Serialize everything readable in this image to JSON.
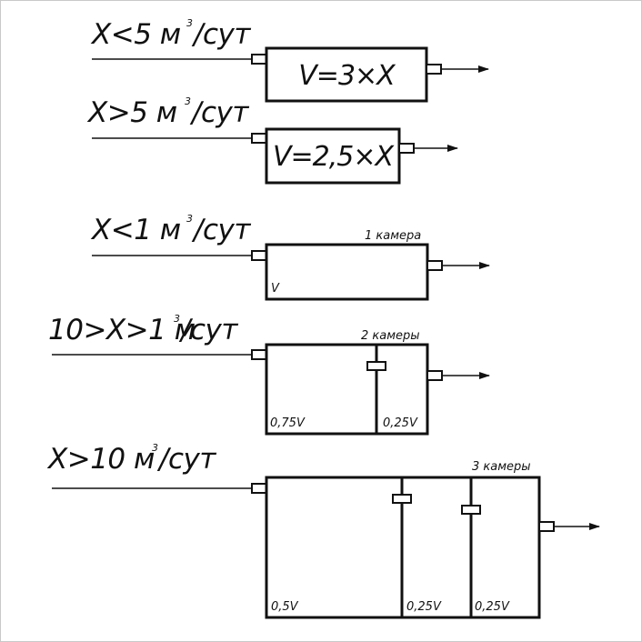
{
  "rows": [
    {
      "condition": "X<5 м",
      "unit_exp": "3",
      "unit_rest": "/сут",
      "formula": "V=3×X"
    },
    {
      "condition": "X>5 м",
      "unit_exp": "3",
      "unit_rest": "/сут",
      "formula": "V=2,5×X"
    },
    {
      "condition": "X<1 м",
      "unit_exp": "3",
      "unit_rest": "/сут",
      "chambers_label": "1 камера",
      "volume_labels": [
        "V"
      ]
    },
    {
      "condition": "10>X>1 м",
      "unit_exp": "3",
      "unit_rest": "/сут",
      "chambers_label": "2 камеры",
      "volume_labels": [
        "0,75V",
        "0,25V"
      ]
    },
    {
      "condition": "X>10 м",
      "unit_exp": "3",
      "unit_rest": "/сут",
      "chambers_label": "3 камеры",
      "volume_labels": [
        "0,5V",
        "0,25V",
        "0,25V"
      ]
    }
  ]
}
